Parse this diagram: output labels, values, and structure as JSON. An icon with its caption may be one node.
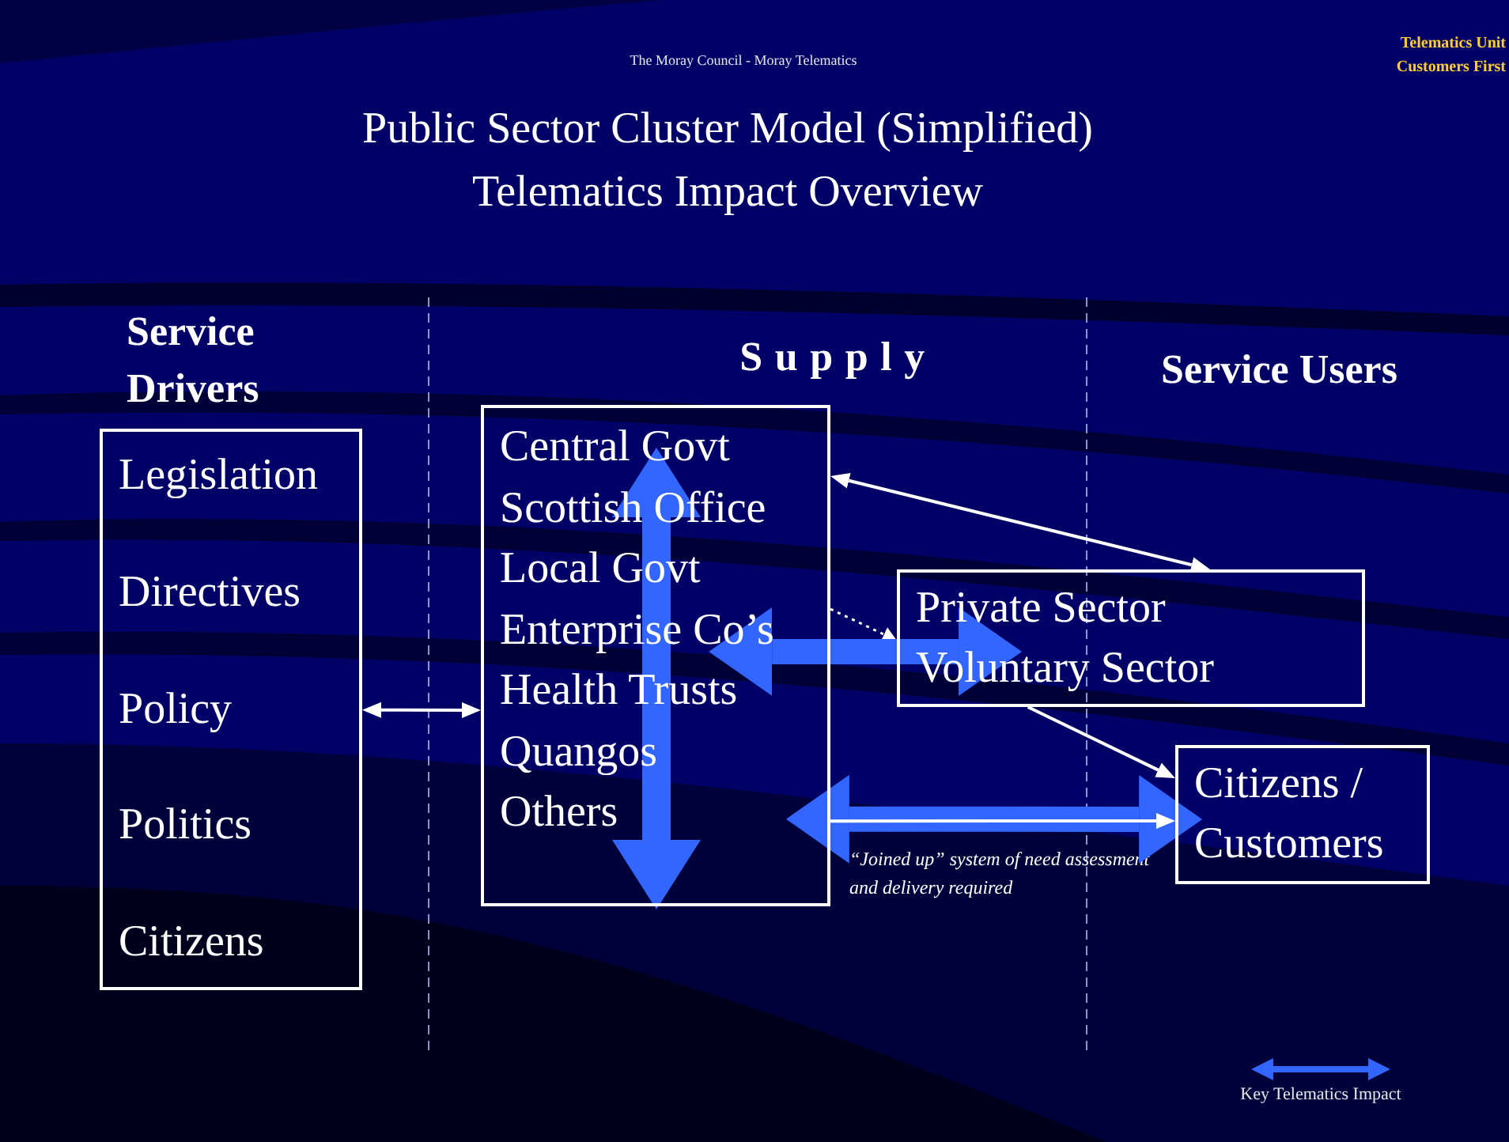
{
  "diagram": {
    "title": "Public Sector Cluster Model (Simplified) Telematics Impact Overview",
    "nodes": [
      {
        "text": [
          "Service Drivers",
          "Legislation",
          "Directives",
          "Policy",
          "Politics",
          "Citizens"
        ]
      },
      {
        "text": [
          "Supply",
          "Central Govt",
          "Scottish Office",
          "Local Govt",
          "Enterprise Co’s",
          "Health Trusts",
          "Quangos",
          "Others"
        ]
      },
      {
        "text": [
          "Private Sector",
          "Voluntary Sector"
        ]
      },
      {
        "text": [
          "Citizens / Customers"
        ]
      }
    ],
    "edges": [
      {
        "from": 0,
        "to": 1,
        "arrow": "both"
      },
      {
        "from": 1,
        "to": 2,
        "arrow": "both"
      },
      {
        "from": 1,
        "to": 2,
        "arrow": "to",
        "style": "dashed"
      },
      {
        "from": 2,
        "to": 3,
        "arrow": "to"
      },
      {
        "from": 1,
        "to": 2,
        "arrow": "both",
        "style": "thick",
        "color": "#3366ff"
      },
      {
        "from": 1,
        "to": 3,
        "arrow": "both",
        "style": "thick",
        "color": "#3366ff"
      },
      {
        "from": 1,
        "to": 3,
        "arrow": "to"
      }
    ],
    "labels": [
      "The Moray Council - Moray Telematics",
      "Telematics Unit",
      "Customers First",
      "Service Users",
      "“Joined up” system of need assessment and delivery required"
    ],
    "legend": [
      {
        "text": "Key Telematics Impact"
      }
    ]
  }
}
